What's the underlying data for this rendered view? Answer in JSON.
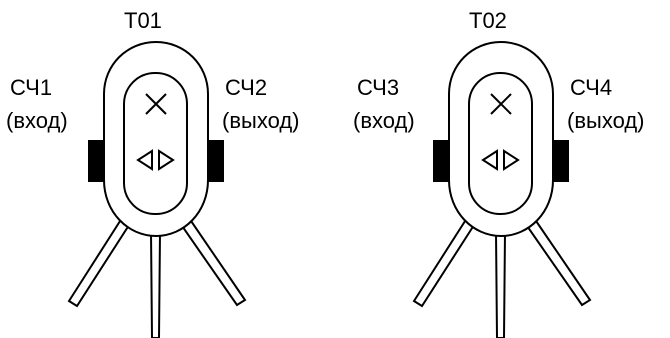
{
  "devices": [
    {
      "name": "T01",
      "left_sensor": {
        "name": "СЧ1",
        "role": "(вход)"
      },
      "right_sensor": {
        "name": "СЧ2",
        "role": "(выход)"
      }
    },
    {
      "name": "T02",
      "left_sensor": {
        "name": "СЧ3",
        "role": "(вход)"
      },
      "right_sensor": {
        "name": "СЧ4",
        "role": "(выход)"
      }
    }
  ],
  "symbols": {
    "window_icon": "cross-icon",
    "arrow_icon": "bidirectional-arrow-icon"
  },
  "colors": {
    "stroke": "#000000",
    "background": "#ffffff",
    "sensor_fill": "#000000"
  }
}
